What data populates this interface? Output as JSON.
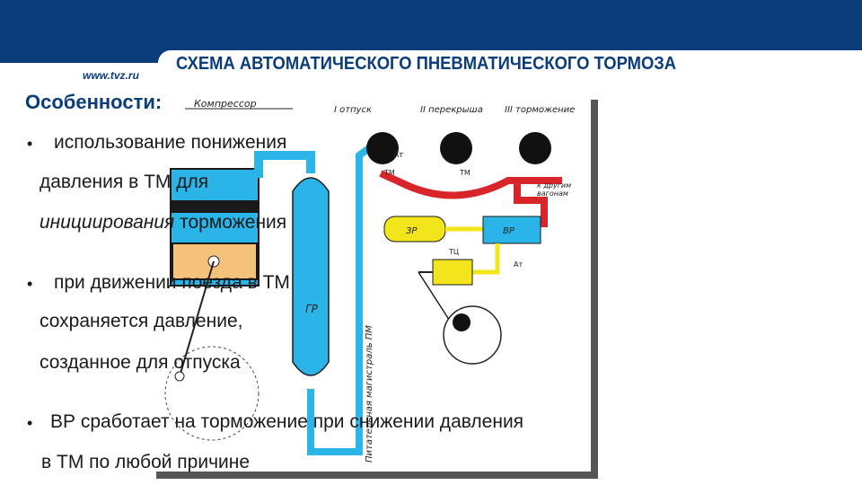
{
  "header": {
    "title": "СХЕМА АВТОМАТИЧЕСКОГО ПНЕВМАТИЧЕСКОГО ТОРМОЗА",
    "site": "www.tvz.ru"
  },
  "colors": {
    "brand": "#0a3d7a",
    "pipe_blue": "#2bb4e8",
    "pipe_red": "#d8252a",
    "tank_yellow": "#f2e51c",
    "piston_orange": "#f4c27a"
  },
  "diagram": {
    "labels": {
      "compressor": "Компрессор",
      "release": "I отпуск",
      "overlap": "II перекрыша",
      "braking": "III торможение",
      "tm1": "ТМ",
      "tm2": "ТМ",
      "atm1": "Ат",
      "atm2": "Ат",
      "to_wagons_1": "к другим",
      "to_wagons_2": "вагонам",
      "zr": "ЗР",
      "vr": "ВР",
      "tc": "ТЦ",
      "gr": "ГР",
      "main_line": "Питательная магистраль ПМ"
    }
  },
  "content": {
    "heading": "Особенности:",
    "bullet_char": "•",
    "b1": {
      "line1": "использование понижения",
      "line2a": "давления в ТМ для",
      "line3a": "инициирования",
      "line3b": " торможения"
    },
    "b2": {
      "line1": "при движении поезда в ТМ",
      "line2": "сохраняется давление,",
      "line3": "созданное для отпуска"
    },
    "b3": {
      "line1": "ВР сработает на торможение при снижении давления",
      "line2": "в ТМ по любой причине"
    }
  }
}
